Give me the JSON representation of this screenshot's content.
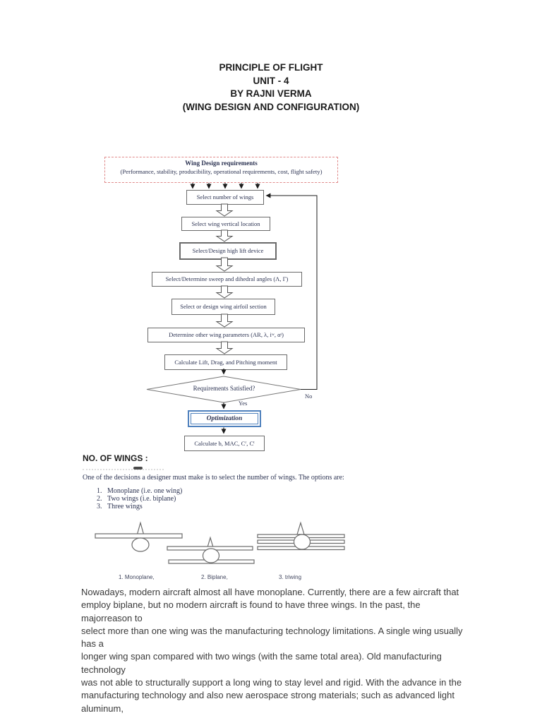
{
  "title": {
    "lines": [
      "PRINCIPLE OF FLIGHT",
      "UNIT - 4",
      "BY RAJNI VERMA",
      "(WING DESIGN AND CONFIGURATION)"
    ]
  },
  "flowchart": {
    "requirements": {
      "heading": "Wing Design requirements",
      "detail": "(Performance, stability, producibility, operational requirements, cost, flight safety)"
    },
    "steps": {
      "number_of_wings": "Select number of wings",
      "vertical_location": "Select wing vertical location",
      "high_lift_device": "Select/Design high lift device",
      "sweep_dihedral": "Select/Determine sweep and dihedral angles (Λ, Γ)",
      "airfoil_section": "Select or design wing airfoil section",
      "other_parameters": {
        "p0": "Determine other wing parameters (AR, λ, i",
        "p1": "w",
        "p2": ", α",
        "p3": "t",
        "p4": ")"
      },
      "lift_drag_moment": "Calculate Lift, Drag, and Pitching moment",
      "decision": "Requirements Satisfied?",
      "optimization": "Optimization",
      "geometry": {
        "p0": "Calculate b, MAC, C",
        "p1": "r",
        "p2": ", C",
        "p3": "t"
      }
    },
    "branch_labels": {
      "yes": "Yes",
      "no": "No"
    }
  },
  "wings_section": {
    "heading": "NO. OF WINGS :",
    "intro": "One of the decisions a designer must make is to select the number of wings. The options are:",
    "options": [
      {
        "num": "1.",
        "text": "Monoplane (i.e. one wing)"
      },
      {
        "num": "2.",
        "text": "Two wings (i.e. biplane)"
      },
      {
        "num": "3.",
        "text": "Three wings"
      }
    ],
    "figure_captions": [
      "1. Monoplane,",
      "2. Biplane,",
      "3. triwing"
    ]
  },
  "body_paragraph": {
    "lines": [
      "Nowadays, modern aircraft almost all have monoplane. Currently, there are a few aircraft that",
      "employ biplane, but no modern aircraft is found to have three wings. In the past, the majorreason to",
      "select more than one wing was the manufacturing technology limitations. A single wing usually has a",
      "longer wing span compared with two wings (with the same total area). Old manufacturing technology",
      "was not able to structurally support a long wing to stay level and rigid. With the advance in the",
      "manufacturing technology and also new aerospace strong materials; such as advanced light aluminum,"
    ]
  },
  "colors": {
    "requirements_border": "#e08a8a",
    "box_border": "#6a6a6a",
    "optimization_border": "#4f81bd",
    "flowchart_text": "#2c3352",
    "body_text": "#3a3a3a"
  }
}
